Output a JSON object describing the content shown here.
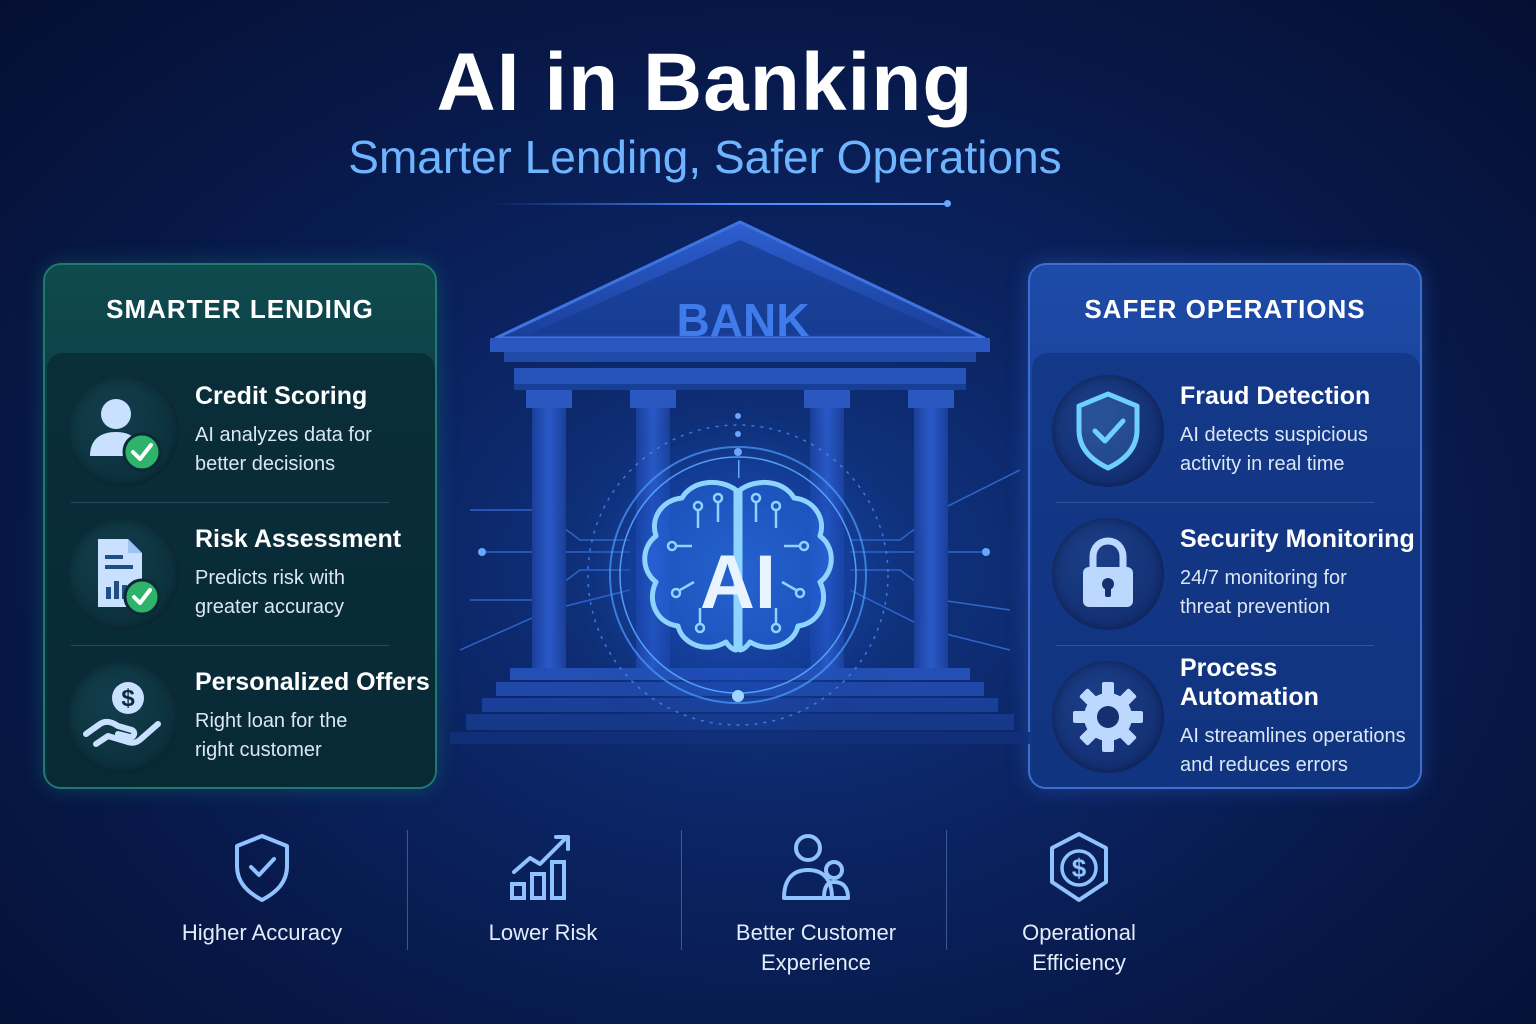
{
  "header": {
    "title": "AI in Banking",
    "subtitle": "Smarter Lending, Safer Operations"
  },
  "center": {
    "bank_label": "BANK",
    "ai_label": "AI"
  },
  "left_panel": {
    "heading": "SMARTER LENDING",
    "items": [
      {
        "title": "Credit Scoring",
        "desc_line1": "AI analyzes data for",
        "desc_line2": "better decisions",
        "icon": "user-check-icon"
      },
      {
        "title": "Risk Assessment",
        "desc_line1": "Predicts risk with",
        "desc_line2": "greater accuracy",
        "icon": "report-check-icon"
      },
      {
        "title": "Personalized Offers",
        "desc_line1": "Right loan for the",
        "desc_line2": "right customer",
        "icon": "hand-dollar-icon"
      }
    ]
  },
  "right_panel": {
    "heading": "SAFER OPERATIONS",
    "items": [
      {
        "title": "Fraud Detection",
        "desc_line1": "AI detects suspicious",
        "desc_line2": "activity in real time",
        "icon": "shield-check-icon"
      },
      {
        "title": "Security Monitoring",
        "desc_line1": "24/7 monitoring for",
        "desc_line2": "threat prevention",
        "icon": "lock-icon"
      },
      {
        "title": "Process Automation",
        "desc_line1": "AI streamlines operations",
        "desc_line2": "and reduces errors",
        "icon": "gear-icon"
      }
    ]
  },
  "benefits": [
    {
      "line1": "Higher Accuracy",
      "line2": "",
      "icon": "shield-check-icon"
    },
    {
      "line1": "Lower Risk",
      "line2": "",
      "icon": "growth-chart-icon"
    },
    {
      "line1": "Better Customer",
      "line2": "Experience",
      "icon": "users-icon"
    },
    {
      "line1": "Operational",
      "line2": "Efficiency",
      "icon": "dollar-hexagon-icon"
    }
  ],
  "colors": {
    "accent_blue": "#6fb4ff",
    "check_green": "#2fb36a",
    "icon_light": "#bcd8ff"
  }
}
